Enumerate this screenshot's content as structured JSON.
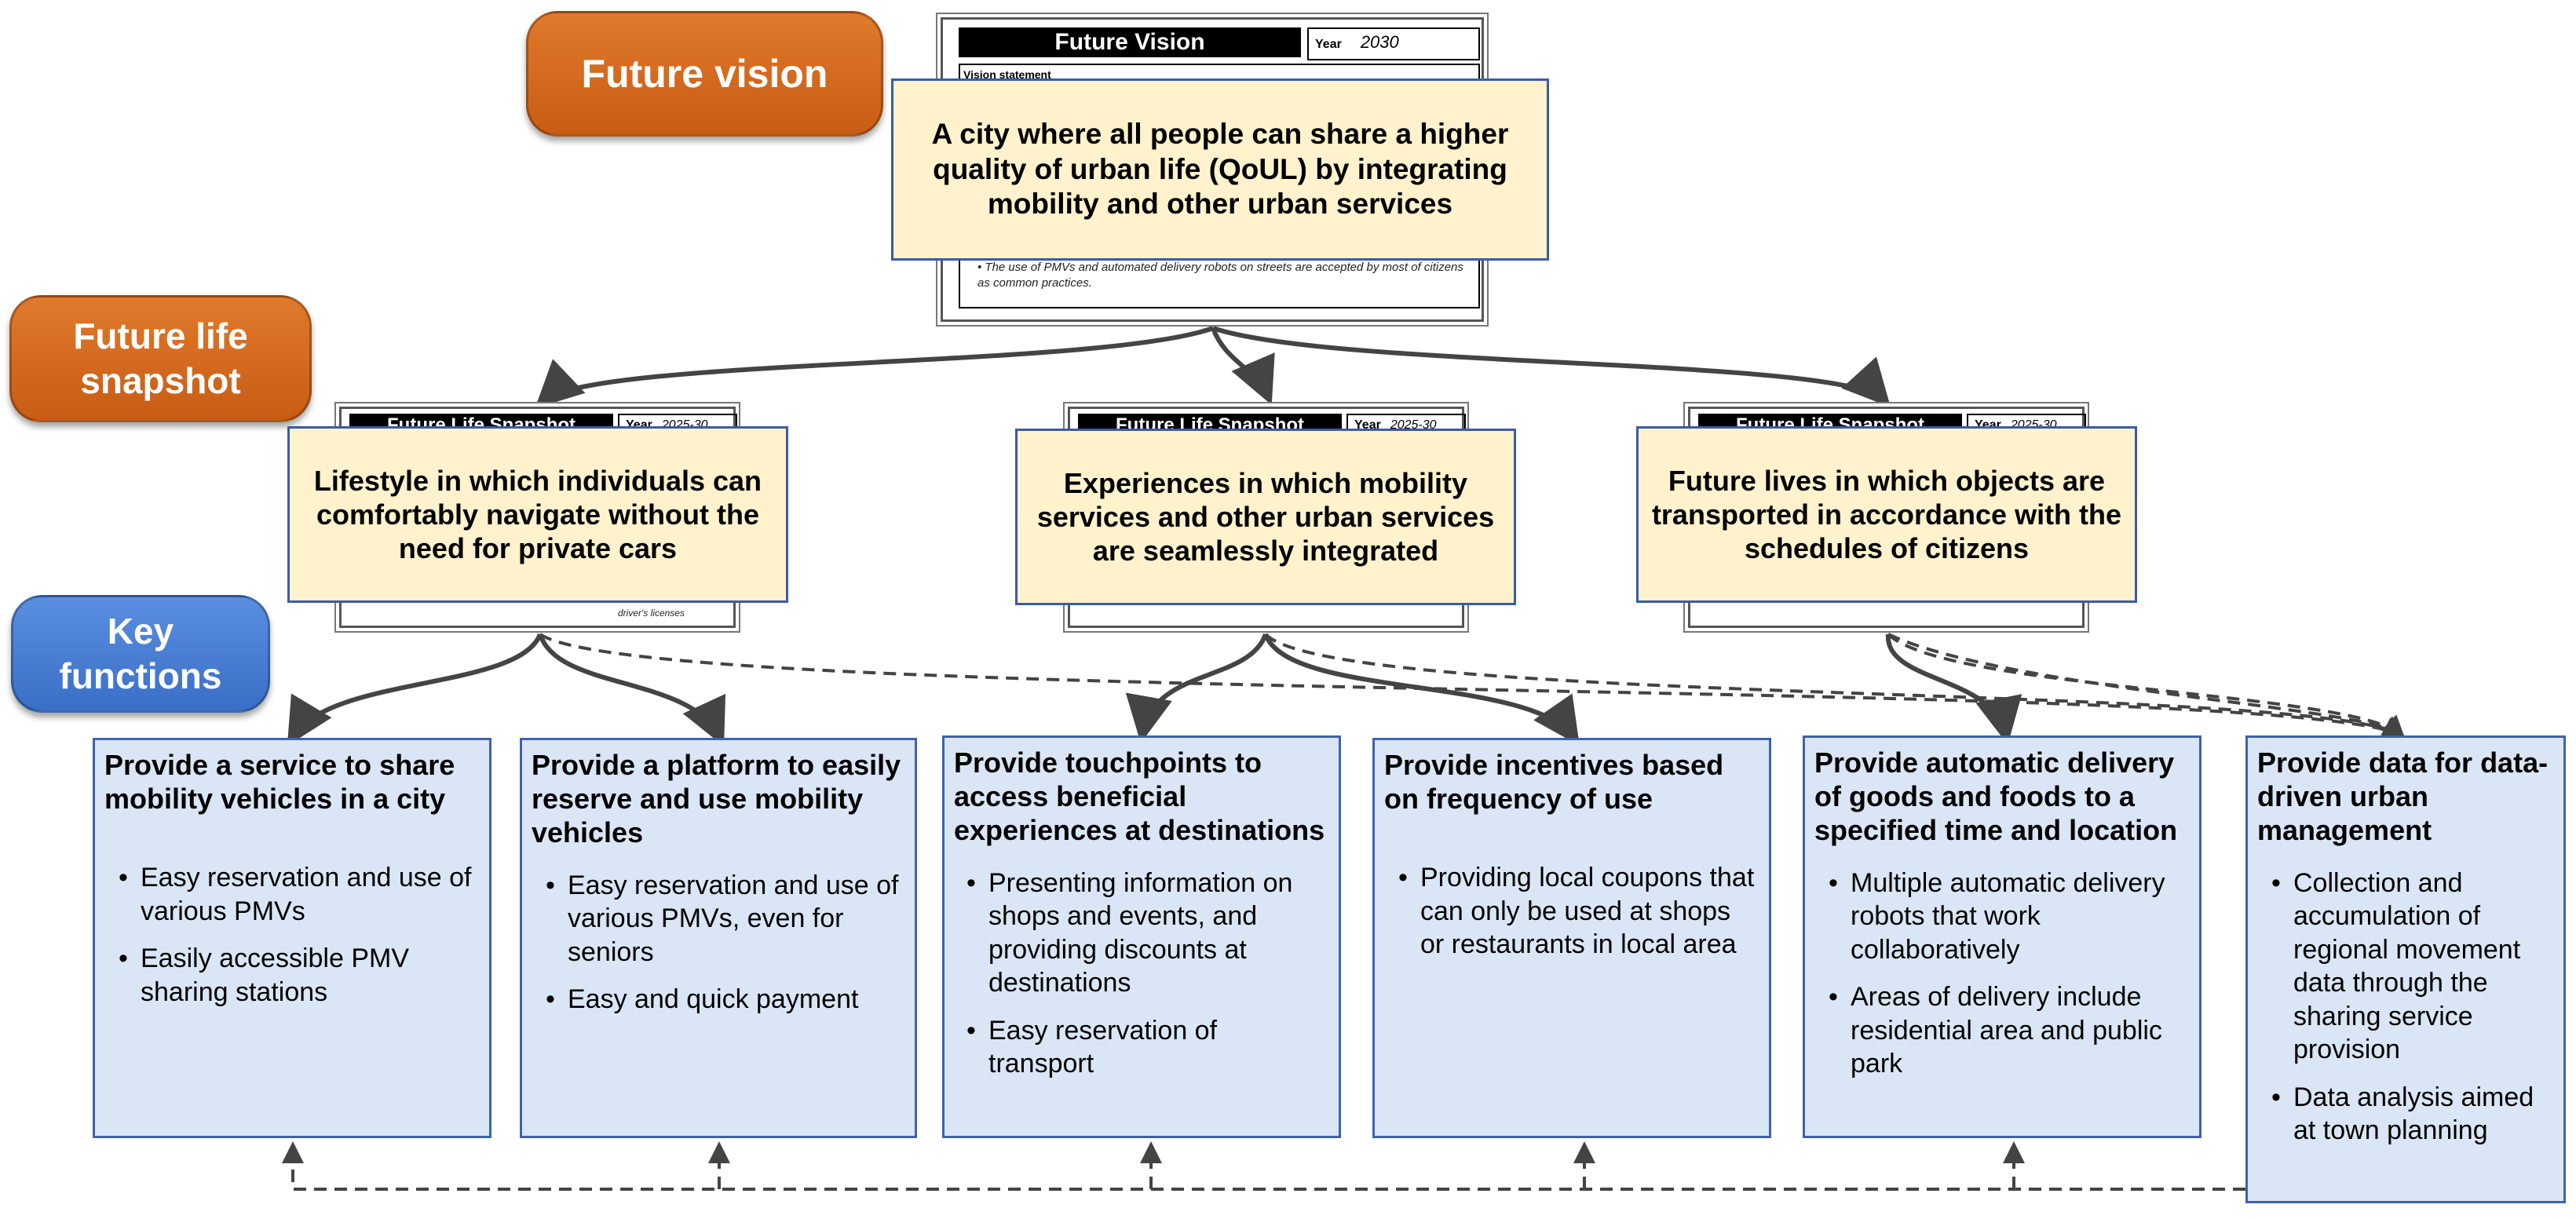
{
  "labels": {
    "future_vision": "Future vision",
    "future_life_snapshot": "Future life snapshot",
    "key_functions": "Key functions"
  },
  "vision_doc": {
    "header": "Future Vision",
    "year_label": "Year",
    "year_value": "2030",
    "statement_label": "Vision statement",
    "note": "The use of PMVs and automated delivery robots on streets are accepted by most of citizens as common practices.",
    "vision_text": "A city where all people can share a higher quality of urban life (QoUL) by integrating mobility and other urban services"
  },
  "snapshots": [
    {
      "header": "Future Life Snapshot",
      "year_label": "Year",
      "year_value": "2025-30",
      "extra": "driver's licenses",
      "text": "Lifestyle in which individuals can comfortably navigate without the need for private cars"
    },
    {
      "header": "Future Life Snapshot",
      "year_label": "Year",
      "year_value": "2025-30",
      "extra": "",
      "text": "Experiences in which mobility services and other urban services are seamlessly integrated"
    },
    {
      "header": "Future Life Snapshot",
      "year_label": "Year",
      "year_value": "2025-30",
      "extra": "",
      "text": "Future lives in which objects are transported in accordance with the schedules of citizens"
    }
  ],
  "functions": [
    {
      "title": "Provide a service to share mobility vehicles in a city",
      "bullets": [
        "Easy reservation and use of various PMVs",
        "Easily accessible PMV sharing stations"
      ]
    },
    {
      "title": "Provide a platform to easily reserve and use mobility vehicles",
      "bullets": [
        "Easy reservation and use of various PMVs, even for seniors",
        "Easy and quick payment"
      ]
    },
    {
      "title": "Provide touchpoints to access beneficial experiences at destinations",
      "bullets": [
        "Presenting information on shops and events, and providing discounts at destinations",
        "Easy reservation of transport"
      ]
    },
    {
      "title": "Provide incentives based on frequency of use",
      "bullets": [
        "Providing local coupons that can only be used at shops or restaurants in local area"
      ]
    },
    {
      "title": "Provide automatic delivery of goods and foods to a specified time and location",
      "bullets": [
        "Multiple automatic delivery robots that work collaboratively",
        "Areas of delivery include residential area and public park"
      ]
    },
    {
      "title": "Provide data for data-driven urban management",
      "bullets": [
        "Collection and accumulation of regional movement data through the sharing service provision",
        "Data analysis aimed at town planning"
      ]
    }
  ],
  "colors": {
    "orange": "#d2691e",
    "blue": "#4a7fd6",
    "yellow_box": "#fff2cc",
    "card_fill": "#dae6f5",
    "card_border": "#3f62ad",
    "arrow": "#444444"
  }
}
